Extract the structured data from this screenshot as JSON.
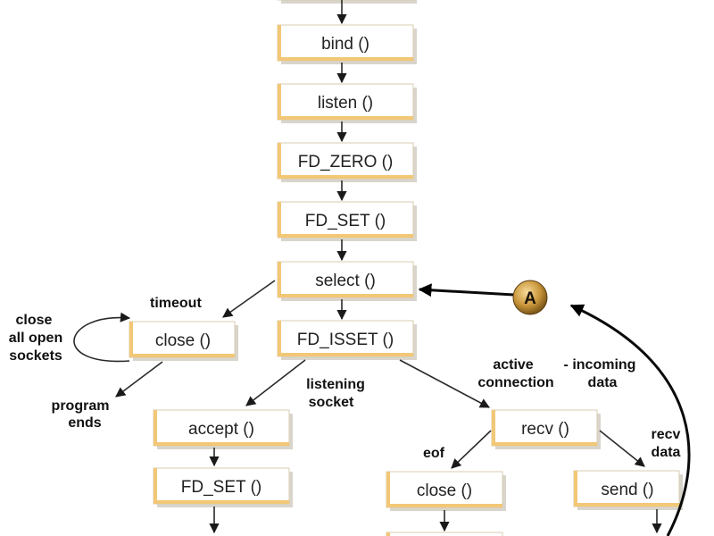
{
  "boxes": {
    "socket_top": "",
    "bind": "bind ()",
    "listen": "listen ()",
    "fd_zero": "FD_ZERO ()",
    "fd_set_1": "FD_SET ()",
    "select": "select ()",
    "close_left": "close ()",
    "fd_isset": "FD_ISSET ()",
    "accept": "accept ()",
    "fd_set_2": "FD_SET ()",
    "recv": "recv ()",
    "close_eof": "close ()",
    "send": "send ()"
  },
  "labels": {
    "timeout": "timeout",
    "close_all_1": "close",
    "close_all_2": "all open",
    "close_all_3": "sockets",
    "program_1": "program",
    "program_2": "ends",
    "listening_1": "listening",
    "listening_2": "socket",
    "active_1": "active",
    "active_2": "connection",
    "incoming_1": "- incoming",
    "incoming_2": "data",
    "eof": "eof",
    "recv_data_1": "recv",
    "recv_data_2": "data"
  },
  "connector": {
    "letter": "A"
  },
  "colors": {
    "box_accent": "#f2c776",
    "connector_fill": "#c9963a"
  }
}
